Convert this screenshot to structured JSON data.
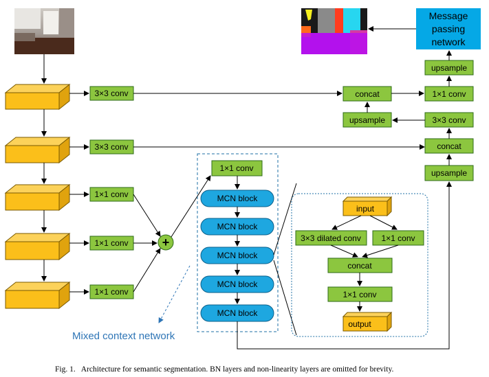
{
  "diagram": {
    "input_image": "photo of a bedroom with window",
    "output_image": "segmentation map",
    "labels": {
      "message_passing": [
        "Message",
        "passing",
        "network"
      ],
      "upsample_top": "upsample",
      "conv1x1_top": "1×1 conv",
      "concat_top": "concat",
      "upsample_mid": "upsample",
      "conv3x3_right": "3×3 conv",
      "concat_right": "concat",
      "upsample_right": "upsample",
      "conv3x3_l1": "3×3 conv",
      "conv3x3_l2": "3×3 conv",
      "conv1x1_l3": "1×1 conv",
      "conv1x1_l4": "1×1 conv",
      "conv1x1_l5": "1×1 conv",
      "plus": "+",
      "mcn_conv": "1×1 conv",
      "mcn_blocks": [
        "MCN block",
        "MCN block",
        "MCN block",
        "MCN block",
        "MCN block"
      ],
      "mixed_context": "Mixed context network",
      "detail_input": "input",
      "detail_dilated": "3×3 dilated conv",
      "detail_conv1x1": "1×1 conv",
      "detail_concat": "concat",
      "detail_conv1x1_b": "1×1 conv",
      "detail_output": "output"
    },
    "caption": "Fig. 1.   Architecture for semantic segmentation. BN layers and non-linearity layers are omitted for brevity."
  }
}
